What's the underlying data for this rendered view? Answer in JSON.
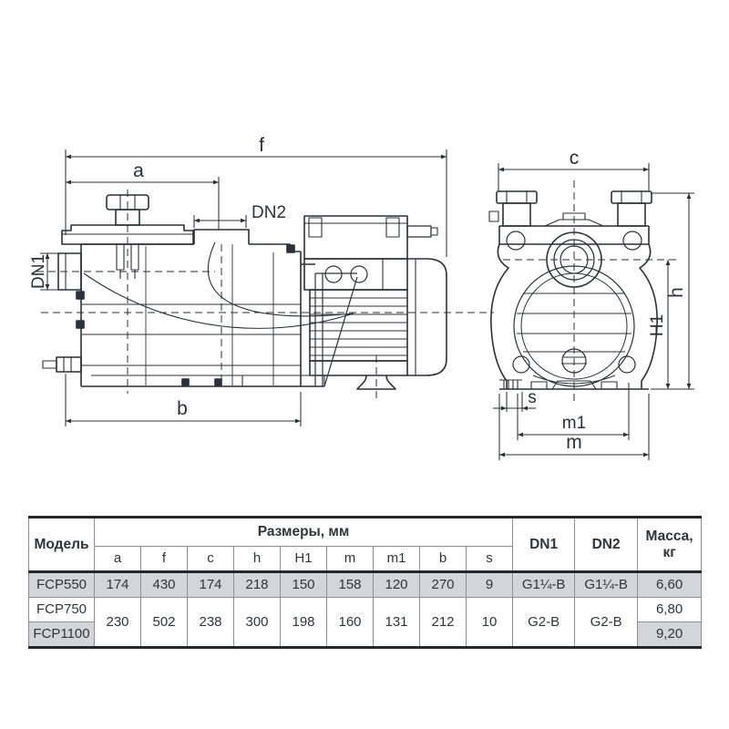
{
  "drawing": {
    "labels": {
      "f": "f",
      "a": "a",
      "dn2": "DN2",
      "dn1": "DN1",
      "b": "b",
      "c": "c",
      "h": "h",
      "h1": "H1",
      "s": "s",
      "m1": "m1",
      "m": "m"
    },
    "line_color": "#2c3138"
  },
  "table": {
    "headers": {
      "model": "Модель",
      "dims_group": "Размеры, мм",
      "dims": [
        "a",
        "f",
        "c",
        "h",
        "H1",
        "m",
        "m1",
        "b",
        "s"
      ],
      "dn1": "DN1",
      "dn2": "DN2",
      "mass": "Масса,\nкг"
    },
    "rows": [
      {
        "model": "FCP550",
        "dims": [
          "174",
          "430",
          "174",
          "218",
          "150",
          "158",
          "120",
          "270",
          "9"
        ],
        "dn1": "G1¼-B",
        "dn2": "G1¼-B",
        "mass": "6,60"
      },
      {
        "model": "FCP750",
        "mass": "6,80"
      },
      {
        "model": "FCP1100",
        "mass": "9,20"
      }
    ],
    "merged": {
      "dims": [
        "230",
        "502",
        "238",
        "300",
        "198",
        "160",
        "131",
        "212",
        "10"
      ],
      "dn1": "G2-B",
      "dn2": "G2-B"
    },
    "colors": {
      "row_shade": "#d3d5d8",
      "heavy_border": "#24282c",
      "grid_border": "#8b9196"
    }
  }
}
